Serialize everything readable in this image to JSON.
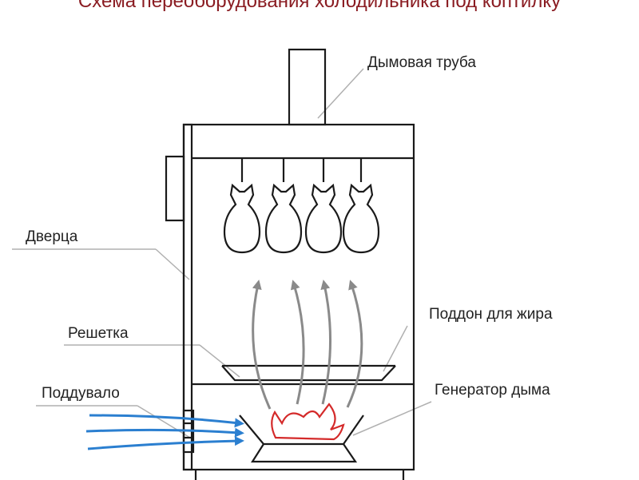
{
  "title": "Схема переоборудования холодильника под коптилку",
  "labels": {
    "chimney": "Дымовая труба",
    "door": "Дверца",
    "grease_tray": "Поддон для жира",
    "grate": "Решетка",
    "blower": "Поддувало",
    "smoke_generator": "Генератор дыма"
  },
  "colors": {
    "title": "#8a1c22",
    "outline": "#1a1a1a",
    "leader": "#b0b0b0",
    "smoke_arrow": "#8a8a8a",
    "air_arrow": "#2b7fd0",
    "flame": "#d42a2a"
  },
  "icons": {
    "fish": "fish-icon",
    "flame": "flame-icon",
    "smoke": "smoke-arrow-icon",
    "air": "air-flow-arrow-icon"
  }
}
